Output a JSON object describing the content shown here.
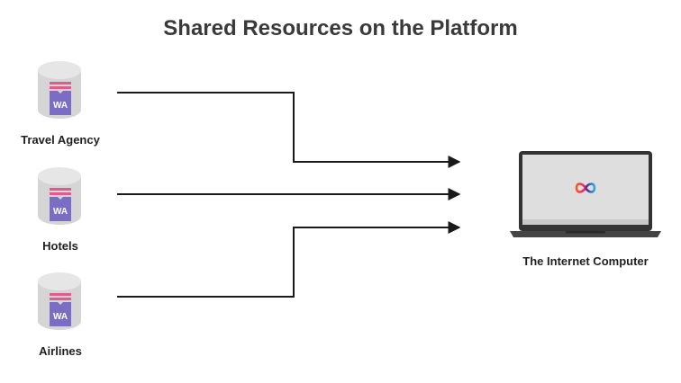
{
  "title": "Shared Resources on the Platform",
  "sources": [
    {
      "label": "Travel Agency",
      "badge": "WA"
    },
    {
      "label": "Hotels",
      "badge": "WA"
    },
    {
      "label": "Airlines",
      "badge": "WA"
    }
  ],
  "target": {
    "label": "The Internet Computer"
  },
  "colors": {
    "cylinder_body": "#d5d5d5",
    "cylinder_top": "#e6e6e6",
    "stripe": "#e05c8c",
    "badge": "#7b6cc4",
    "line": "#1a1a1a",
    "laptop_frame": "#333333",
    "screen": "#dedede"
  },
  "icons": {
    "source": "database-wa-icon",
    "target": "laptop-infinity-icon"
  }
}
